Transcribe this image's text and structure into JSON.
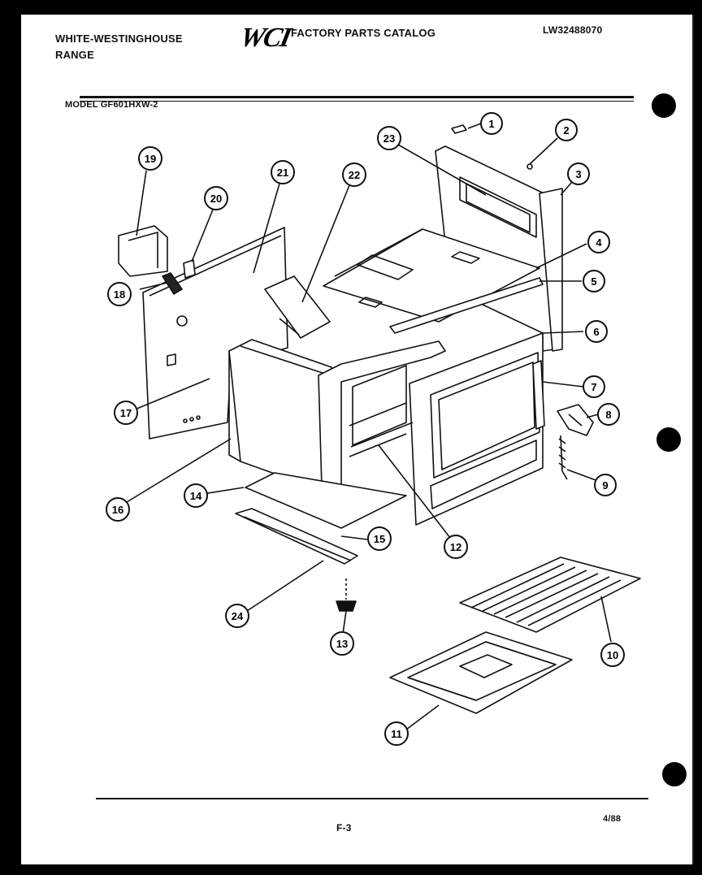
{
  "header": {
    "brand_line1": "WHITE-WESTINGHOUSE",
    "brand_line2": "RANGE",
    "logo_text": "WCI",
    "catalog_title": "FACTORY PARTS CATALOG",
    "catalog_number": "LW32488070",
    "model": "MODEL GF601HXW-2"
  },
  "footer": {
    "page": "F-3",
    "date": "4/88"
  },
  "callouts": [
    "1",
    "2",
    "3",
    "4",
    "5",
    "6",
    "7",
    "8",
    "9",
    "10",
    "11",
    "12",
    "13",
    "14",
    "15",
    "16",
    "17",
    "18",
    "19",
    "20",
    "21",
    "22",
    "23",
    "24"
  ]
}
